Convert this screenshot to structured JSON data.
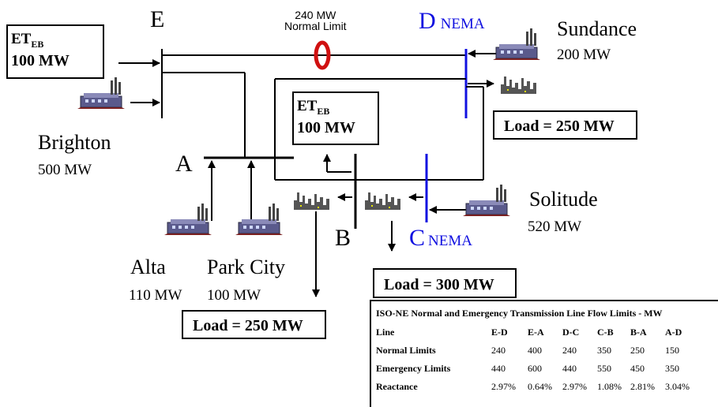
{
  "nodes": {
    "E": {
      "label": "E"
    },
    "A": {
      "label": "A"
    },
    "B": {
      "label": "B"
    },
    "C": {
      "label": "C",
      "sub": "NEMA"
    },
    "D": {
      "label": "D",
      "sub": "NEMA"
    }
  },
  "line_limit": {
    "line1": "240 MW",
    "line2": "Normal Limit"
  },
  "generators": {
    "sundance": {
      "name": "Sundance",
      "mw": "200 MW"
    },
    "brighton": {
      "name": "Brighton",
      "mw": "500 MW"
    },
    "solitude": {
      "name": "Solitude",
      "mw": "520 MW"
    },
    "alta": {
      "name": "Alta",
      "mw": "110 MW"
    },
    "parkcity": {
      "name": "Park City",
      "mw": "100 MW"
    }
  },
  "et_boxes": {
    "left": {
      "et": "ET",
      "sub": "EB",
      "mw": "100 MW"
    },
    "center": {
      "et": "ET",
      "sub": "EB",
      "mw": "100 MW"
    }
  },
  "loads": {
    "d": "Load = 250 MW",
    "c": "Load = 300 MW",
    "a": "Load = 250 MW"
  },
  "limits_table": {
    "title": "ISO-NE Normal and Emergency Transmission Line Flow Limits - MW",
    "columns": [
      "Line",
      "E-D",
      "E-A",
      "D-C",
      "C-B",
      "B-A",
      "A-D"
    ],
    "rows": [
      {
        "label": "Normal Limits",
        "values": [
          "240",
          "400",
          "240",
          "350",
          "250",
          "150"
        ]
      },
      {
        "label": "Emergency Limits",
        "values": [
          "440",
          "600",
          "440",
          "550",
          "450",
          "350"
        ]
      },
      {
        "label": "Reactance",
        "values": [
          "2.97%",
          "0.64%",
          "2.97%",
          "1.08%",
          "2.81%",
          "3.04%"
        ]
      }
    ]
  },
  "colors": {
    "nema_blue": "#1010e0",
    "limiter_red": "#d01010"
  }
}
